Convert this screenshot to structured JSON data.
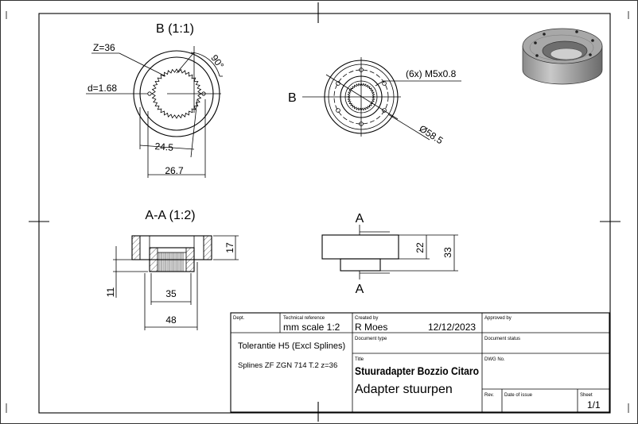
{
  "views": {
    "detail_b": {
      "title": "B (1:1)",
      "z_label": "Z=36",
      "angle_label": "90°",
      "d_label": "d=1.68",
      "dim_inner": "24.5",
      "dim_outer": "26.7"
    },
    "front": {
      "b_marker": "B",
      "thread_label": "(6x) M5x0.8",
      "diameter_label": "Ø58.5"
    },
    "section_aa": {
      "title": "A-A (1:2)",
      "dim_17": "17",
      "dim_11": "11",
      "dim_35": "35",
      "dim_48": "48"
    },
    "side": {
      "a_top": "A",
      "a_bottom": "A",
      "dim_22": "22",
      "dim_33": "33"
    }
  },
  "title_block": {
    "dept_label": "Dept.",
    "tech_ref_label": "Technical reference",
    "tech_ref_value": "mm scale 1:2",
    "created_by_label": "Created by",
    "created_by_value": "R Moes",
    "date_value": "12/12/2023",
    "approved_by_label": "Approved by",
    "note_1": "Tolerantie H5 (Excl Splines)",
    "note_2": "Splines ZF ZGN 714 T.2 z=36",
    "doc_type_label": "Document type",
    "doc_status_label": "Document status",
    "title_label": "Title",
    "title_value": "Stuuradapter Bozzio Citaro",
    "subtitle_value": "Adapter stuurpen",
    "dwg_no_label": "DWG No.",
    "rev_label": "Rev.",
    "date_of_issue_label": "Date of issue",
    "sheet_label": "Sheet",
    "sheet_value": "1/1"
  }
}
